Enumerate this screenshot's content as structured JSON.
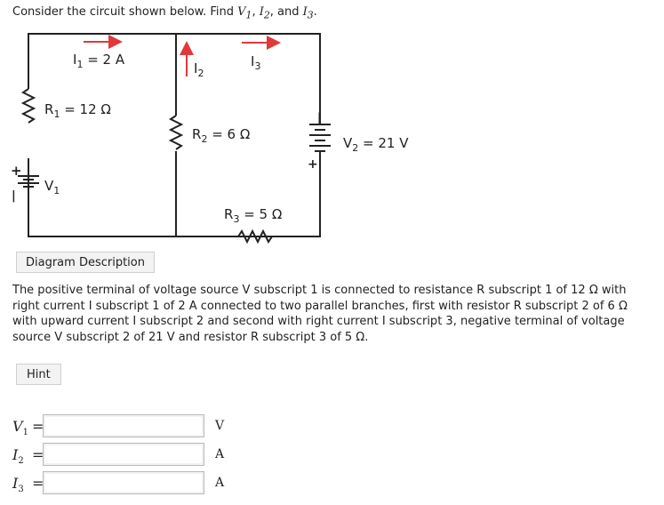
{
  "question": {
    "lead": "Consider the circuit shown below. Find ",
    "v1": "V",
    "v1_sub": "1",
    "sep1": ", ",
    "i2": "I",
    "i2_sub": "2",
    "sep2": ", and ",
    "i3": "I",
    "i3_sub": "3",
    "end": "."
  },
  "circuit": {
    "i1_label": "I",
    "i1_sub": "1",
    "i1_value": " = 2 A",
    "i2_label": "I",
    "i2_sub": "2",
    "i3_label": "I",
    "i3_sub": "3",
    "r1_label": "R",
    "r1_sub": "1",
    "r1_value": " = 12 Ω",
    "r2_label": "R",
    "r2_sub": "2",
    "r2_value": " = 6 Ω",
    "r3_label": "R",
    "r3_sub": "3",
    "r3_value": " = 5 Ω",
    "v1_label": "V",
    "v1_sub": "1",
    "v2_label": "V",
    "v2_sub": "2",
    "v2_value": " = 21 V",
    "plus": "+",
    "minus": "−",
    "wire_color": "#222222",
    "arrow_color": "#e0393a"
  },
  "description": {
    "button_label": "Diagram Description",
    "text": "The positive terminal of voltage source V subscript 1 is connected to resistance R subscript 1 of 12 Ω with right current I subscript 1 of 2 A connected to two parallel branches, first with resistor R subscript 2 of 6 Ω with upward current I subscript 2 and second with right current I subscript 3, negative terminal of voltage source V subscript 2 of 21 V and resistor R subscript 3 of 5 Ω."
  },
  "hint": {
    "button_label": "Hint"
  },
  "answers": [
    {
      "symbol": "V",
      "sub": "1",
      "eq": "=",
      "value": "",
      "unit": "V"
    },
    {
      "symbol": "I",
      "sub": "2",
      "eq": "=",
      "value": "",
      "unit": "A"
    },
    {
      "symbol": "I",
      "sub": "3",
      "eq": "=",
      "value": "",
      "unit": "A"
    }
  ]
}
